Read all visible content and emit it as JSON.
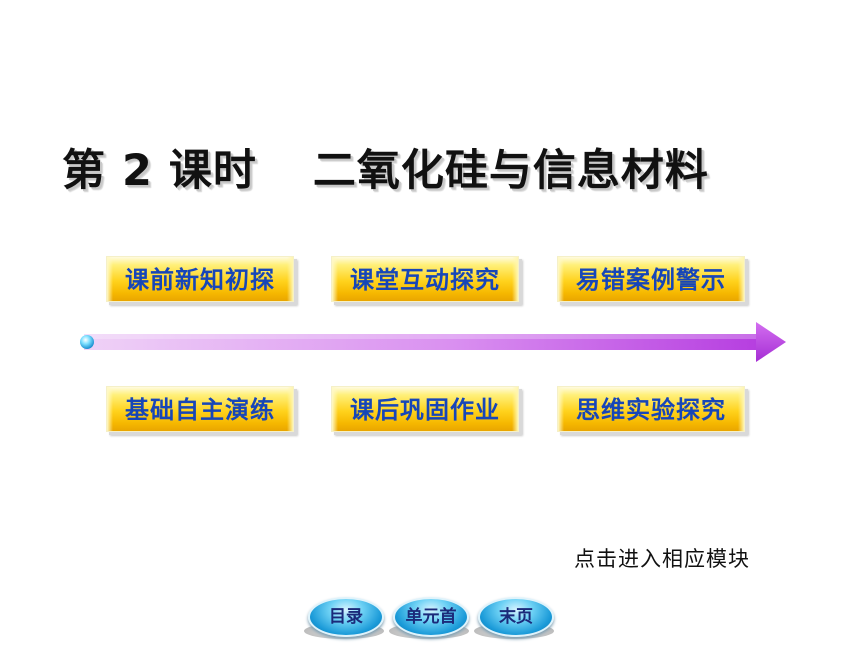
{
  "title": {
    "lesson": "第 2 课时",
    "topic": "二氧化硅与信息材料"
  },
  "modules": {
    "top": [
      {
        "label": "课前新知初探"
      },
      {
        "label": "课堂互动探究"
      },
      {
        "label": "易错案例警示"
      }
    ],
    "bottom": [
      {
        "label": "基础自主演练"
      },
      {
        "label": "课后巩固作业"
      },
      {
        "label": "思维实验探究"
      }
    ]
  },
  "hint": "点击进入相应模块",
  "nav": [
    {
      "label": "目录"
    },
    {
      "label": "单元首"
    },
    {
      "label": "末页"
    }
  ],
  "colors": {
    "button_gold": "#ffd21c",
    "button_text": "#1746b8",
    "arrow_purple": "#b63ee0",
    "nav_blue": "#1a9ad8"
  }
}
